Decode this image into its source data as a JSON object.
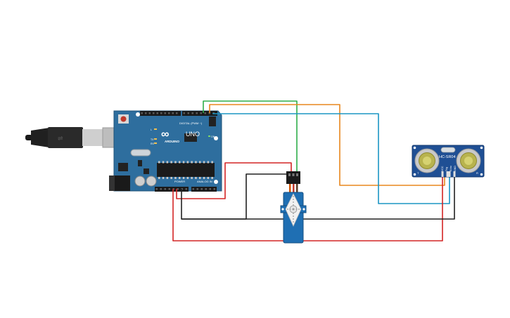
{
  "arduino": {
    "logo": "∞",
    "brand": "ARDUINO",
    "model": "UNO",
    "digital_label": "DIGITAL (PWM ~)",
    "power_label": "POWER",
    "analog_label": "ANALOG IN",
    "led_tx": "TX",
    "led_rx": "RX",
    "led_l": "L",
    "led_on": "ON",
    "reset": "RESET"
  },
  "sensor": {
    "model": "HC-SR04",
    "pin_labels": [
      "VCC",
      "Trig",
      "Echo",
      "GND"
    ],
    "left_mark": "T",
    "right_mark": "R"
  },
  "wire_colors": {
    "green": "#2fae4a",
    "orange": "#e8871e",
    "blue": "#1b95c4",
    "red": "#d32525",
    "black": "#222222"
  },
  "colors": {
    "board": "#2e6e9e",
    "board_dark": "#235a83",
    "sensor_board": "#1f4f94",
    "servo": "#1f6fb3",
    "usb_cable": "#222222"
  }
}
